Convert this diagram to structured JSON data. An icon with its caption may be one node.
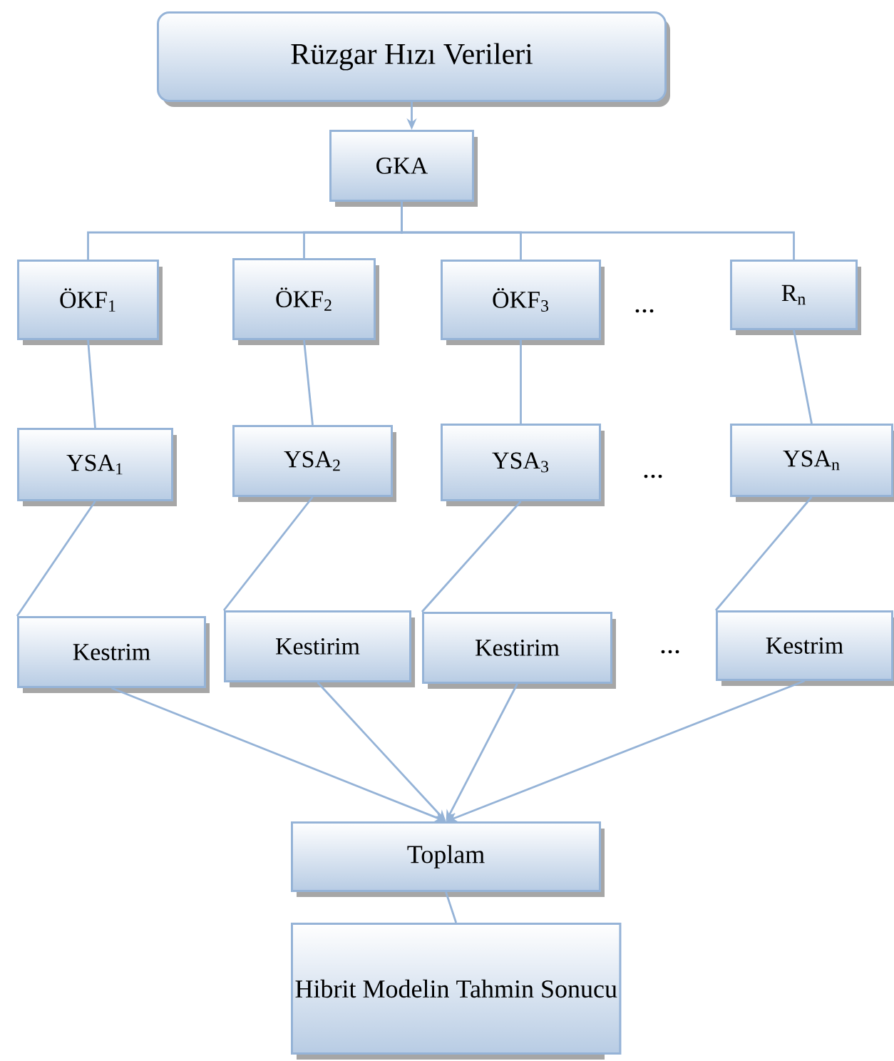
{
  "diagram": {
    "nodes": [
      {
        "text": [
          "Rüzgar Hızı Verileri"
        ]
      },
      {
        "text": [
          "GKA"
        ]
      },
      {
        "text": [
          "ÖKF$_{1}$"
        ]
      },
      {
        "text": [
          "ÖKF$_{2}$"
        ]
      },
      {
        "text": [
          "ÖKF$_{3}$"
        ]
      },
      {
        "text": [
          "R$_{n}$"
        ]
      },
      {
        "text": [
          "YSA$_{1}$"
        ]
      },
      {
        "text": [
          "YSA$_{2}$"
        ]
      },
      {
        "text": [
          "YSA$_{3}$"
        ]
      },
      {
        "text": [
          "YSA$_{n}$"
        ]
      },
      {
        "text": [
          "Kestrim"
        ]
      },
      {
        "text": [
          "Kestirim"
        ]
      },
      {
        "text": [
          "Kestirim"
        ]
      },
      {
        "text": [
          "Kestrim"
        ]
      },
      {
        "text": [
          "Toplam"
        ]
      },
      {
        "text": [
          "Hibrit Modelin Tahmin Sonucu"
        ]
      }
    ],
    "edges": [
      {
        "from": 0,
        "to": 1,
        "arrow": "to"
      },
      {
        "from": 1,
        "to": 2,
        "arrow": "none"
      },
      {
        "from": 1,
        "to": 3,
        "arrow": "none"
      },
      {
        "from": 1,
        "to": 4,
        "arrow": "none"
      },
      {
        "from": 1,
        "to": 5,
        "arrow": "none"
      },
      {
        "from": 2,
        "to": 6,
        "arrow": "none"
      },
      {
        "from": 3,
        "to": 7,
        "arrow": "none"
      },
      {
        "from": 4,
        "to": 8,
        "arrow": "none"
      },
      {
        "from": 5,
        "to": 9,
        "arrow": "none"
      },
      {
        "from": 6,
        "to": 10,
        "arrow": "none"
      },
      {
        "from": 7,
        "to": 11,
        "arrow": "none"
      },
      {
        "from": 8,
        "to": 12,
        "arrow": "none"
      },
      {
        "from": 9,
        "to": 13,
        "arrow": "none"
      },
      {
        "from": 10,
        "to": 14,
        "arrow": "to"
      },
      {
        "from": 11,
        "to": 14,
        "arrow": "to"
      },
      {
        "from": 12,
        "to": 14,
        "arrow": "to"
      },
      {
        "from": 13,
        "to": 14,
        "arrow": "to"
      },
      {
        "from": 14,
        "to": 15,
        "arrow": "none"
      }
    ],
    "labels": [
      "...",
      "...",
      "..."
    ]
  }
}
